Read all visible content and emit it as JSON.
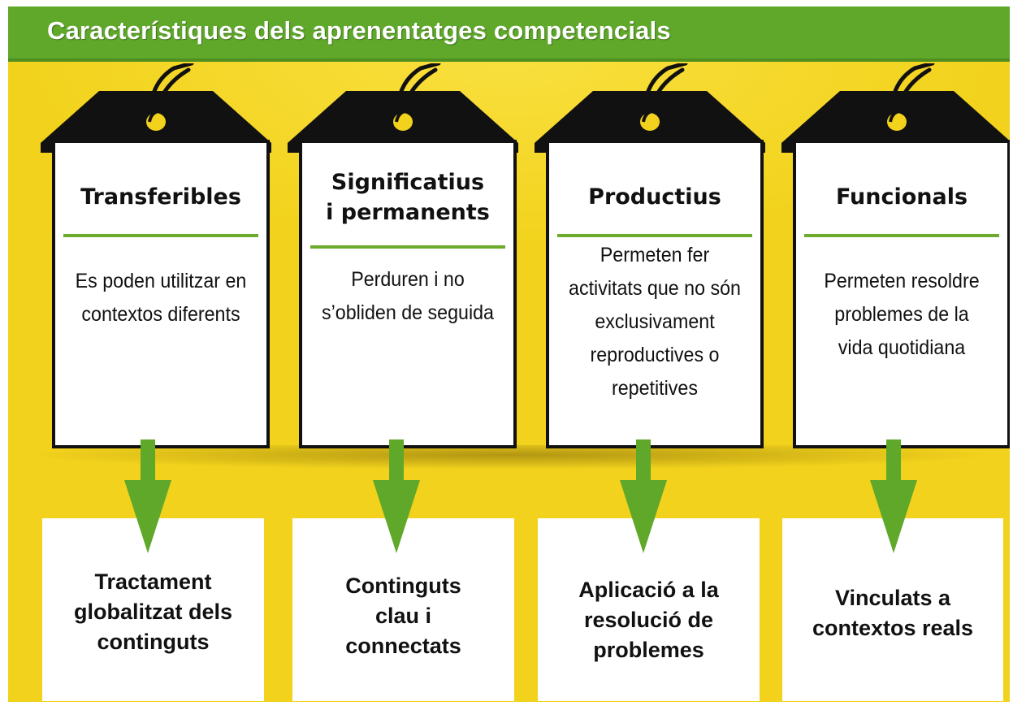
{
  "title": "Característiques dels aprenentatges competencials",
  "colors": {
    "green": "#5fa82a",
    "yellow": "#f2d21c",
    "tag_black": "#111111",
    "hole": "#f2d21c"
  },
  "columns": [
    {
      "tag_title_lines": [
        "Transferibles"
      ],
      "tag_description_lines": [
        "Es poden utilitzar en",
        "contextos diferents"
      ],
      "result_lines": [
        "Tractament",
        "globalitzat dels",
        "continguts"
      ]
    },
    {
      "tag_title_lines": [
        "Significatius",
        "i permanents"
      ],
      "tag_description_lines": [
        "Perduren i no",
        "s’obliden de seguida"
      ],
      "result_lines": [
        "Continguts",
        "clau i",
        "connectats"
      ]
    },
    {
      "tag_title_lines": [
        "Productius"
      ],
      "tag_description_lines": [
        "Permeten fer",
        "activitats que no són",
        "exclusivament",
        "reproductives o",
        "repetitives"
      ],
      "result_lines": [
        "Aplicació a la",
        "resolució de",
        "problemes"
      ]
    },
    {
      "tag_title_lines": [
        "Funcionals"
      ],
      "tag_description_lines": [
        "Permeten resoldre",
        "problemes de la",
        "vida quotidiana"
      ],
      "result_lines": [
        "Vinculats a",
        "contextos reals"
      ]
    }
  ]
}
